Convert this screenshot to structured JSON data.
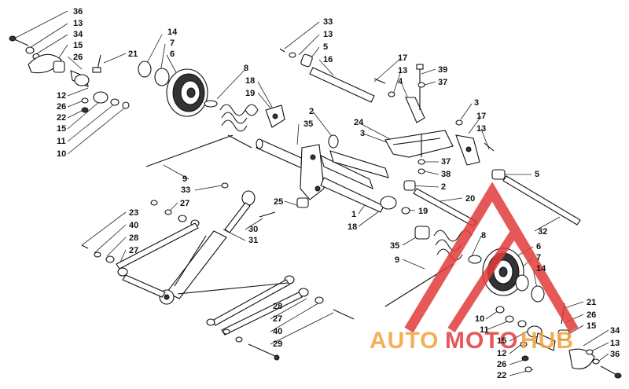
{
  "colors": {
    "line": "#111111",
    "background": "#ffffff",
    "watermark_red": "#e23b3b",
    "watermark_orange": "#f2a23a"
  },
  "watermark": {
    "word_auto": "AUTO",
    "word_moto": "MOTO",
    "word_hub": "HUB"
  },
  "callouts": [
    {
      "label": "36"
    },
    {
      "label": "13"
    },
    {
      "label": "34"
    },
    {
      "label": "15"
    },
    {
      "label": "26"
    },
    {
      "label": "21"
    },
    {
      "label": "14"
    },
    {
      "label": "7"
    },
    {
      "label": "6"
    },
    {
      "label": "12"
    },
    {
      "label": "26"
    },
    {
      "label": "22"
    },
    {
      "label": "15"
    },
    {
      "label": "11"
    },
    {
      "label": "10"
    },
    {
      "label": "8"
    },
    {
      "label": "18"
    },
    {
      "label": "19"
    },
    {
      "label": "33"
    },
    {
      "label": "13"
    },
    {
      "label": "5"
    },
    {
      "label": "16"
    },
    {
      "label": "17"
    },
    {
      "label": "13"
    },
    {
      "label": "4"
    },
    {
      "label": "39"
    },
    {
      "label": "37"
    },
    {
      "label": "3"
    },
    {
      "label": "17"
    },
    {
      "label": "13"
    },
    {
      "label": "2"
    },
    {
      "label": "35"
    },
    {
      "label": "24"
    },
    {
      "label": "3"
    },
    {
      "label": "37"
    },
    {
      "label": "38"
    },
    {
      "label": "5"
    },
    {
      "label": "2"
    },
    {
      "label": "9"
    },
    {
      "label": "33"
    },
    {
      "label": "23"
    },
    {
      "label": "40"
    },
    {
      "label": "27"
    },
    {
      "label": "28"
    },
    {
      "label": "27"
    },
    {
      "label": "25"
    },
    {
      "label": "30"
    },
    {
      "label": "31"
    },
    {
      "label": "1"
    },
    {
      "label": "18"
    },
    {
      "label": "19"
    },
    {
      "label": "20"
    },
    {
      "label": "32"
    },
    {
      "label": "35"
    },
    {
      "label": "8"
    },
    {
      "label": "6"
    },
    {
      "label": "7"
    },
    {
      "label": "14"
    },
    {
      "label": "9"
    },
    {
      "label": "28"
    },
    {
      "label": "27"
    },
    {
      "label": "40"
    },
    {
      "label": "29"
    },
    {
      "label": "10"
    },
    {
      "label": "11"
    },
    {
      "label": "15"
    },
    {
      "label": "12"
    },
    {
      "label": "26"
    },
    {
      "label": "22"
    },
    {
      "label": "21"
    },
    {
      "label": "26"
    },
    {
      "label": "15"
    },
    {
      "label": "34"
    },
    {
      "label": "13"
    },
    {
      "label": "36"
    }
  ]
}
